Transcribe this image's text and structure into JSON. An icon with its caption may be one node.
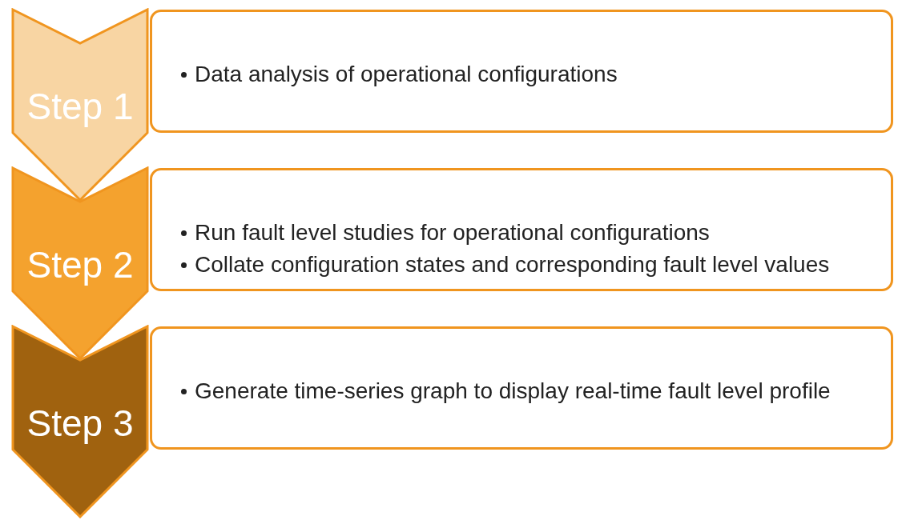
{
  "diagram": {
    "nodes": [
      {
        "text": [
          "Step 1"
        ]
      },
      {
        "text": [
          "Data analysis of operational configurations"
        ]
      },
      {
        "text": [
          "Step 2"
        ]
      },
      {
        "text": [
          "Run fault level studies for operational configurations",
          "Collate configuration states and corresponding fault level values"
        ]
      },
      {
        "text": [
          "Step 3"
        ]
      },
      {
        "text": [
          "Generate time-series graph to display real-time fault level profile"
        ]
      }
    ]
  }
}
